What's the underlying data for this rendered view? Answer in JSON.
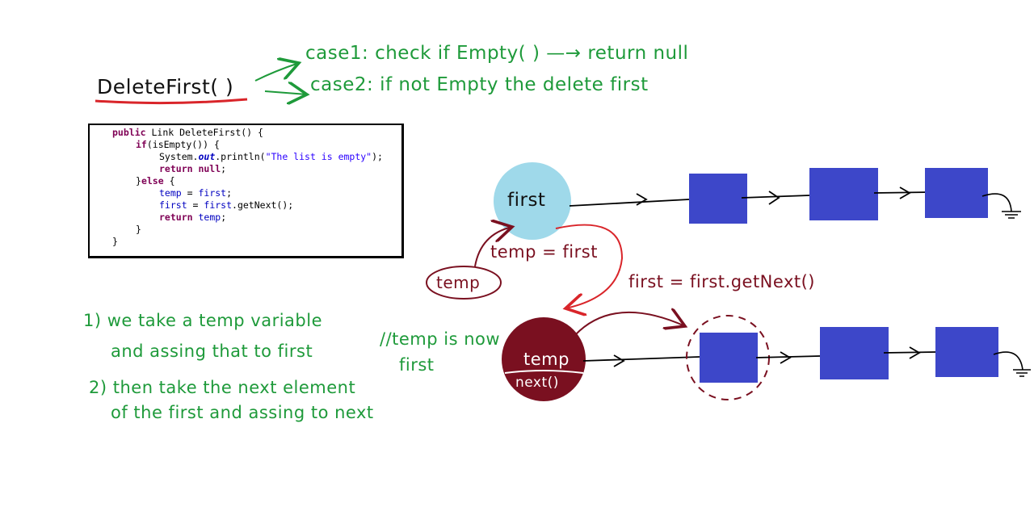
{
  "title": "DeleteFirst( )",
  "cases": {
    "case1": "case1: check if Empty( ) —→ return null",
    "case2": "case2: if not Empty the delete first"
  },
  "code": {
    "l1_kw": "public",
    "l1_rest": " Link DeleteFirst() {",
    "l2_kw": "if",
    "l2_rest": "(isEmpty()) {",
    "l3_a": "System.",
    "l3_out": "out",
    "l3_b": ".println(",
    "l3_str": "\"The list is empty\"",
    "l3_c": ");",
    "l4_kw": "return null",
    "l4_c": ";",
    "l5_a": "}",
    "l5_kw": "else",
    "l5_b": " {",
    "l6_f1": "temp",
    "l6_mid": " = ",
    "l6_f2": "first",
    "l6_c": ";",
    "l7_f1": "first",
    "l7_mid": " = ",
    "l7_f2": "first",
    "l7_c": ".getNext();",
    "l8_kw": "return",
    "l8_sp": " ",
    "l8_f": "temp",
    "l8_c": ";",
    "l9": "}",
    "l10": "}"
  },
  "notes": {
    "n1a": "1) we take a temp variable",
    "n1b": "and assing that to first",
    "n2a": "2) then take the next element",
    "n2b": "of the first and assing to next",
    "temp_note_1": "//temp is now",
    "temp_note_2": "first"
  },
  "diagram": {
    "first_label": "first",
    "temp_small_label": "temp",
    "temp_label": "temp",
    "next_label": "next()",
    "assign_temp": "temp = first",
    "assign_first": "first = first.getNext()"
  },
  "colors": {
    "green": "#1e9a3a",
    "maroon": "#7a1020",
    "red": "#d9252a",
    "node_blue": "#3d47c9",
    "first_circle": "#9fd9ea"
  }
}
